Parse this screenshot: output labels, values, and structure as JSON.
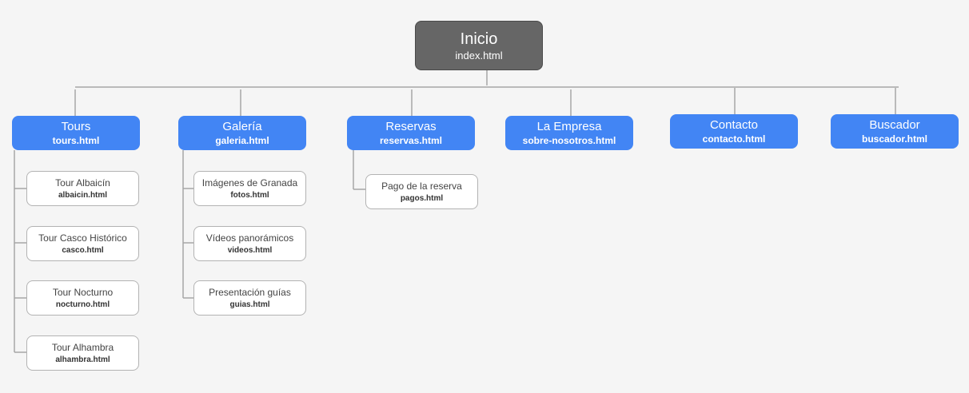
{
  "colors": {
    "root_fill": "#666666",
    "section_fill": "#4285f4",
    "page_fill": "#ffffff",
    "connector": "#a6a6a6",
    "background": "#f5f5f5"
  },
  "root": {
    "title": "Inicio",
    "file": "index.html"
  },
  "sections": [
    {
      "title": "Tours",
      "file": "tours.html",
      "children": [
        {
          "title": "Tour Albaicín",
          "file": "albaicin.html"
        },
        {
          "title": "Tour Casco Histórico",
          "file": "casco.html"
        },
        {
          "title": "Tour Nocturno",
          "file": "nocturno.html"
        },
        {
          "title": "Tour Alhambra",
          "file": "alhambra.html"
        }
      ]
    },
    {
      "title": "Galería",
      "file": "galeria.html",
      "children": [
        {
          "title": "Imágenes de Granada",
          "file": "fotos.html"
        },
        {
          "title": "Vídeos panorámicos",
          "file": "videos.html"
        },
        {
          "title": "Presentación guías",
          "file": "guias.html"
        }
      ]
    },
    {
      "title": "Reservas",
      "file": "reservas.html",
      "children": [
        {
          "title": "Pago de la reserva",
          "file": "pagos.html"
        }
      ]
    },
    {
      "title": "La Empresa",
      "file": "sobre-nosotros.html",
      "children": []
    },
    {
      "title": "Contacto",
      "file": "contacto.html",
      "children": []
    },
    {
      "title": "Buscador",
      "file": "buscador.html",
      "children": []
    }
  ]
}
